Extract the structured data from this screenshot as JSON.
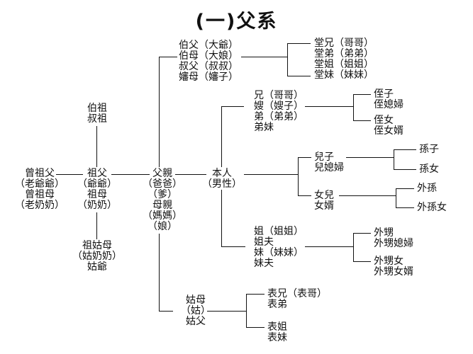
{
  "title": "(一)父系",
  "nodes": {
    "great_grandparents": "曾祖父\n（老爺爺）\n曾祖母\n（老奶奶）",
    "granduncles": "伯祖\n叔祖",
    "grandparents": "祖父\n（爺爺）\n祖母\n（奶奶）",
    "grandaunts": "祖姑母\n（姑奶奶）\n姑爺",
    "parents": "父親\n（爸爸）\n（爹）\n母親\n（媽媽）\n（娘）",
    "self": "本人\n（男性）",
    "uncles": "伯父（大爺）\n伯母（大娘）\n叔父（叔叔）\n嬸母（嬸子）",
    "paternal_cousins": "堂兄（哥哥）\n堂弟（弟弟）\n堂姐（姐姐）\n堂妹（妹妹）",
    "brothers": "兄（哥哥）\n嫂（嫂子）\n弟（弟弟）\n弟妹",
    "nephew": "侄子\n侄媳婦",
    "niece": "侄女\n侄女婿",
    "son": "兒子\n兒媳婦",
    "daughter": "女兒\n女婿",
    "grandson": "孫子",
    "granddaughter": "孫女",
    "daughters_son": "外孫",
    "daughters_daughter": "外孫女",
    "sisters": "姐（姐姐）\n姐夫\n妹（妹妹）\n妹夫",
    "sisters_son": "外甥\n外甥媳婦",
    "sisters_daughter": "外甥女\n外甥女婿",
    "aunt": "姑母\n（姑）\n姑父",
    "aunt_sons": "表兄（表哥）\n表弟",
    "aunt_daughters": "表姐\n表妹"
  }
}
